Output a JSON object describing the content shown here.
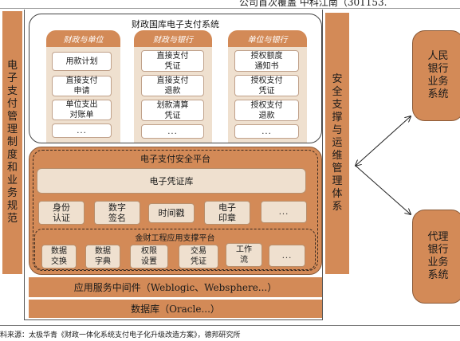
{
  "header_text": "公司首次覆盖 中科江南（301153.",
  "left_column": {
    "label": "电子支付管理制度和业务规范",
    "chars": [
      "电",
      "子",
      "支",
      "付",
      "管",
      "理",
      "制",
      "度",
      "和",
      "业",
      "务",
      "规",
      "范"
    ]
  },
  "right_column": {
    "label": "安全支撑与运维管理体系",
    "chars": [
      "安",
      "全",
      "支",
      "撑",
      "与",
      "运",
      "维",
      "管",
      "理",
      "体",
      "系"
    ]
  },
  "treasury_system": {
    "title": "财政国库电子支付系统",
    "columns": [
      {
        "title": "财政与单位",
        "items": [
          "用款计划",
          "直接支付\n申请",
          "单位支出\n对账单",
          "..."
        ]
      },
      {
        "title": "财政与银行",
        "items": [
          "直接支付\n凭证",
          "直接支付\n退款",
          "划款清算\n凭证",
          "..."
        ]
      },
      {
        "title": "单位与银行",
        "items": [
          "授权额度\n通知书",
          "授权支付\n凭证",
          "授权支付\n退款",
          "..."
        ]
      }
    ]
  },
  "security_platform": {
    "title": "电子支付安全平台",
    "voucher_library": "电子凭证库",
    "components": [
      "身份\n认证",
      "数字\n签名",
      "时间戳",
      "电子\n印章",
      "..."
    ]
  },
  "support_platform": {
    "title": "金财工程应用支撑平台",
    "components": [
      "数据\n交换",
      "数据\n字典",
      "权限\n设置",
      "交易\n凭证",
      "工作\n流",
      "..."
    ]
  },
  "middleware": "应用服务中间件（Weblogic、Websphere...）",
  "database": "数据库（Oracle...）",
  "banks": {
    "peoples_bank": "人民银行业务系统",
    "peoples_bank_chars": [
      "人民",
      "银行",
      "业务",
      "系统"
    ],
    "agent_bank": "代理银行业务系统",
    "agent_bank_chars": [
      "代理",
      "银行",
      "业务",
      "系统"
    ]
  },
  "source_note": "料来源：太极华青《财政一体化系统支付电子化升级改造方案》，德邦研究所"
}
